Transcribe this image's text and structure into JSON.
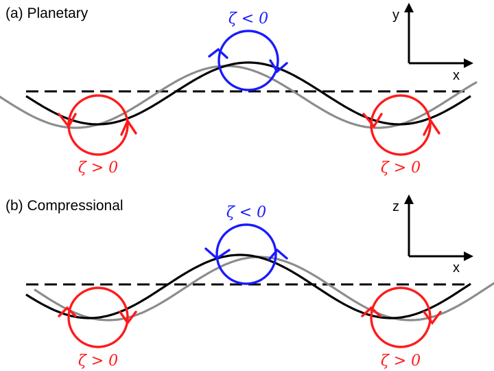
{
  "colors": {
    "positive_vorticity": "#ff1a1a",
    "negative_vorticity": "#1a1aff",
    "wave_current": "#000000",
    "wave_shifted": "#8c8c8c",
    "reference_line": "#000000"
  },
  "panels": [
    {
      "id": "a",
      "title": "(a) Planetary",
      "axes": {
        "horizontal": "x",
        "vertical": "y"
      },
      "vortices": [
        {
          "sign": "positive",
          "label": "ζ > 0",
          "rotation": "counterclockwise"
        },
        {
          "sign": "negative",
          "label": "ζ < 0",
          "rotation": "clockwise"
        },
        {
          "sign": "positive",
          "label": "ζ > 0",
          "rotation": "counterclockwise"
        }
      ],
      "shifted_wave_direction": "west"
    },
    {
      "id": "b",
      "title": "(b) Compressional",
      "axes": {
        "horizontal": "x",
        "vertical": "z"
      },
      "vortices": [
        {
          "sign": "positive",
          "label": "ζ > 0",
          "rotation": "clockwise"
        },
        {
          "sign": "negative",
          "label": "ζ < 0",
          "rotation": "counterclockwise"
        },
        {
          "sign": "positive",
          "label": "ζ > 0",
          "rotation": "clockwise"
        }
      ],
      "shifted_wave_direction": "east"
    }
  ]
}
